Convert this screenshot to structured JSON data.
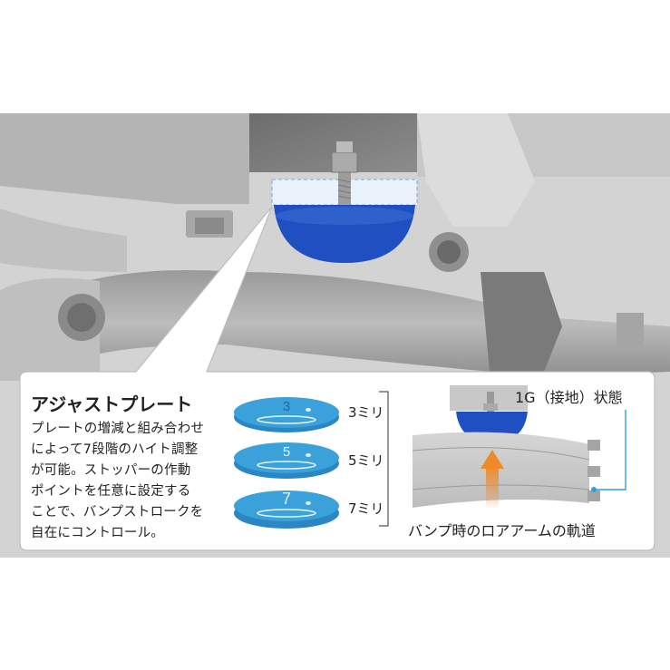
{
  "callout": {
    "title": "アジャストプレート",
    "lines": [
      "プレートの増減と組み合わせ",
      "によって7段階のハイト調整",
      "が可能。ストッパーの作動",
      "ポイントを任意に設定する",
      "ことで、バンプストロークを",
      "自在にコントロール。"
    ]
  },
  "plates": [
    {
      "digit": "3",
      "label": "3ミリ"
    },
    {
      "digit": "5",
      "label": "5ミリ"
    },
    {
      "digit": "7",
      "label": "7ミリ"
    }
  ],
  "state_label": "1G（接地）状態",
  "trajectory_label": "バンプ時のロアアームの軌道",
  "colors": {
    "bg_gray": "#d6d6d6",
    "part_gray": "#b9b9b9",
    "dark_gray": "#5e5e5e",
    "stopper_blue": "#1f4fc0",
    "plate_blue": "#3aa1da",
    "arrow_orange": "#ef8a2a",
    "leader_blue": "#2f9fd8"
  }
}
